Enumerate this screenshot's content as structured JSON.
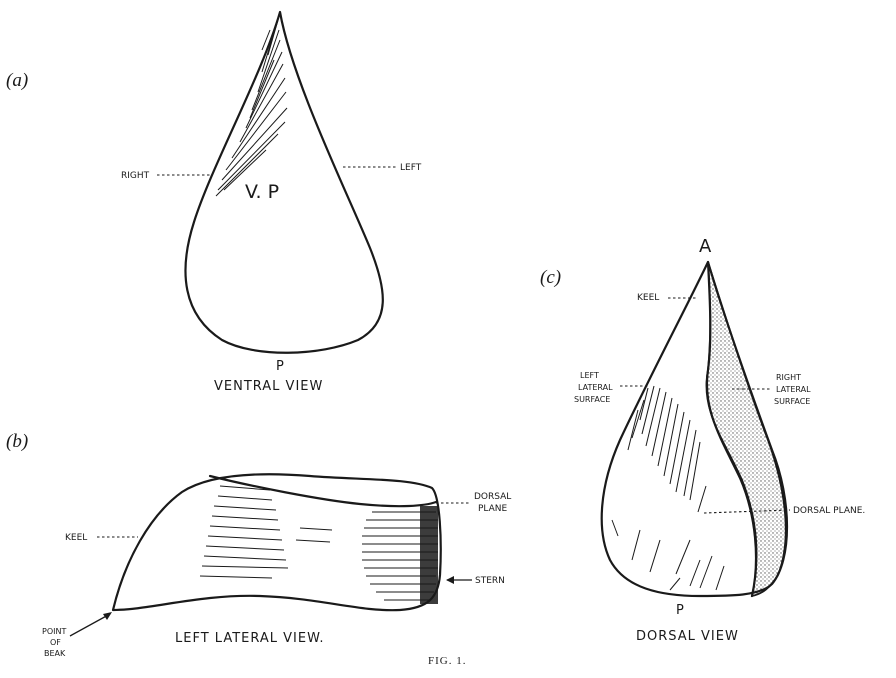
{
  "figure": {
    "caption": "FIG. 1.",
    "panels": {
      "a": {
        "tag": "(a)",
        "title": "VENTRAL VIEW",
        "center_label": "V. P",
        "bottom_label": "P",
        "labels": {
          "right": "RIGHT",
          "left": "LEFT"
        }
      },
      "b": {
        "tag": "(b)",
        "title": "LEFT LATERAL VIEW.",
        "labels": {
          "keel": "KEEL",
          "dorsal_plane_1": "DORSAL",
          "dorsal_plane_2": "PLANE",
          "stern": "STERN",
          "beak_1": "POINT",
          "beak_2": "OF",
          "beak_3": "BEAK"
        }
      },
      "c": {
        "tag": "(c)",
        "title": "DORSAL VIEW",
        "apex_label": "A",
        "bottom_label": "P",
        "labels": {
          "keel": "KEEL",
          "left_lateral_1": "LEFT",
          "left_lateral_2": "LATERAL",
          "left_lateral_3": "SURFACE",
          "right_lateral_1": "RIGHT",
          "right_lateral_2": "LATERAL",
          "right_lateral_3": "SURFACE",
          "dorsal_plane": "DORSAL PLANE."
        }
      }
    }
  }
}
